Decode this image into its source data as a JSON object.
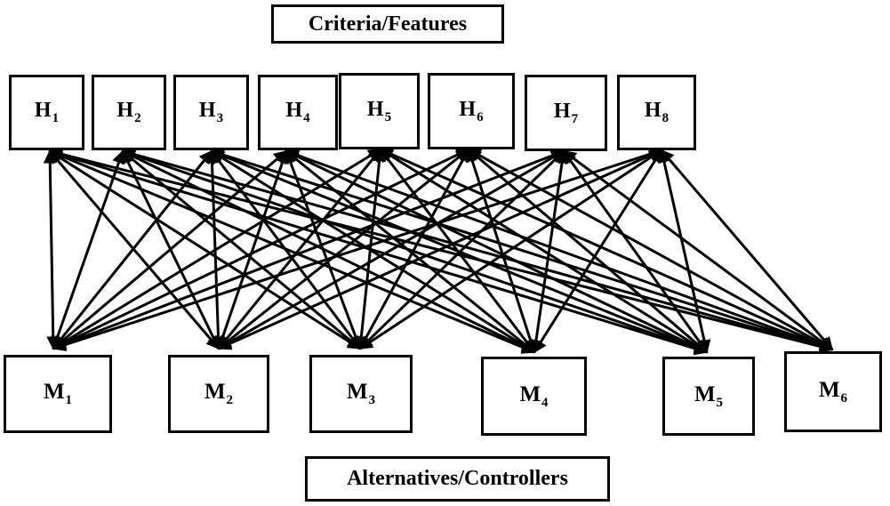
{
  "top_label": "Criteria/Features",
  "bottom_label": "Alternatives/Controllers",
  "criteria": [
    {
      "letter": "H",
      "sub": "1"
    },
    {
      "letter": "H",
      "sub": "2"
    },
    {
      "letter": "H",
      "sub": "3"
    },
    {
      "letter": "H",
      "sub": "4"
    },
    {
      "letter": "H",
      "sub": "5"
    },
    {
      "letter": "H",
      "sub": "6"
    },
    {
      "letter": "H",
      "sub": "7"
    },
    {
      "letter": "H",
      "sub": "8"
    }
  ],
  "alternatives": [
    {
      "letter": "M",
      "sub": "1"
    },
    {
      "letter": "M",
      "sub": "2"
    },
    {
      "letter": "M",
      "sub": "3"
    },
    {
      "letter": "M",
      "sub": "4"
    },
    {
      "letter": "M",
      "sub": "5"
    },
    {
      "letter": "M",
      "sub": "6"
    }
  ],
  "connections": "every criterion linked to every alternative (bidirectional arrows)",
  "line_color": "#000000"
}
